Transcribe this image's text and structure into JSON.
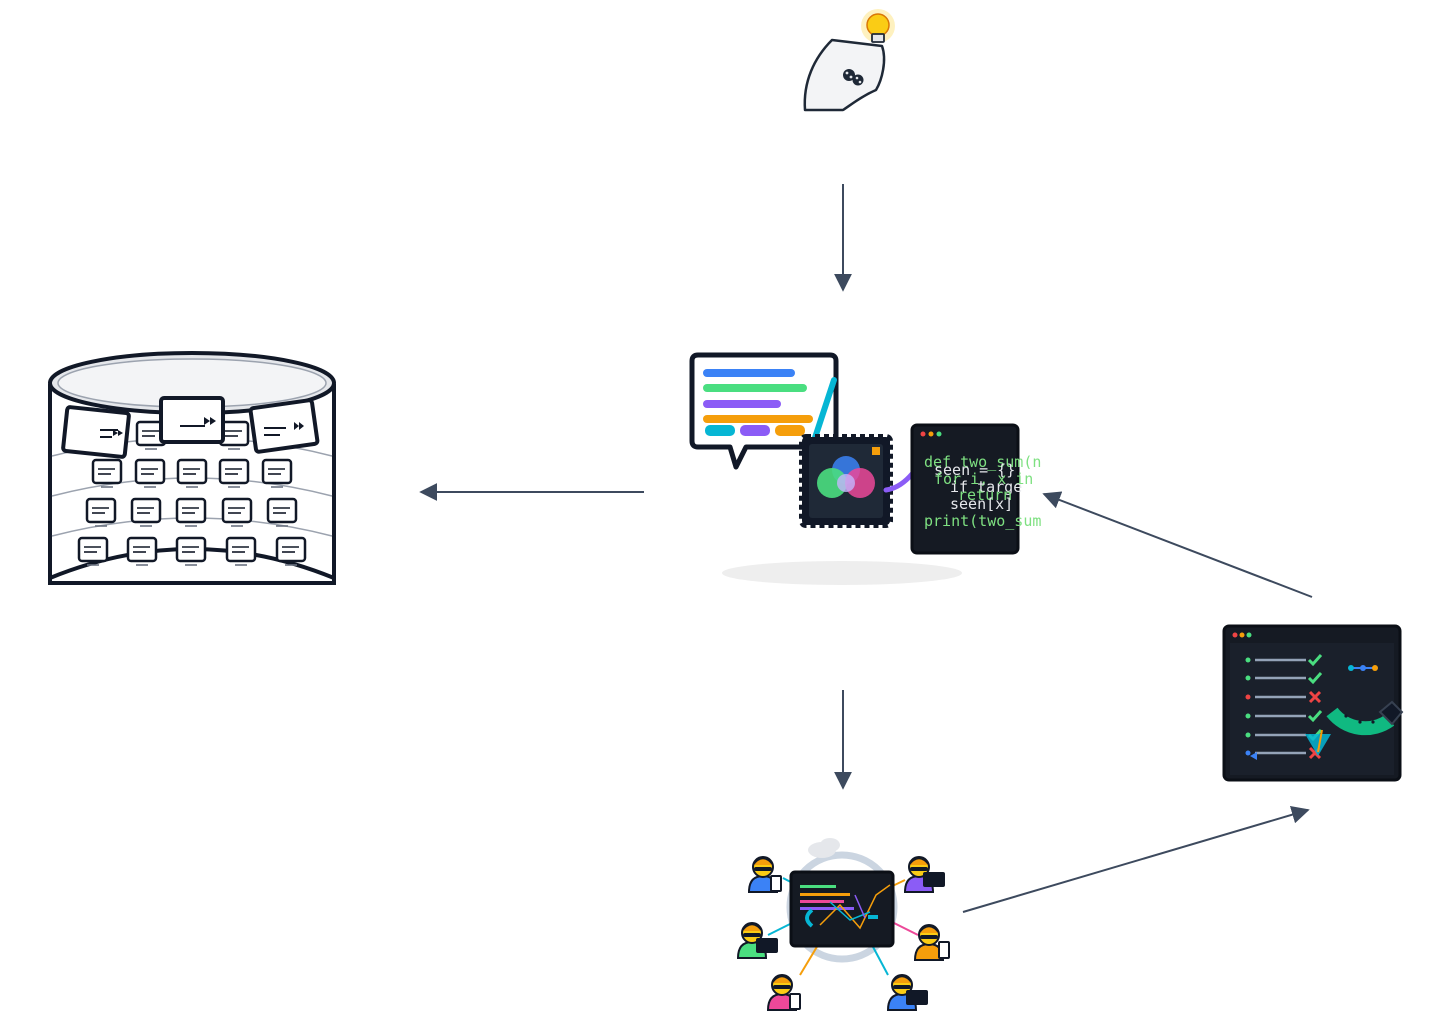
{
  "code": {
    "lines": [
      "def two_sum(nu",
      "  seen = {}",
      "  for i, x in",
      "    if targe",
      "      return",
      "    seen[x]",
      "print(two_sum("
    ]
  },
  "colors": {
    "arrow": "#3d4a5e",
    "outline": "#1f2937",
    "screen": "#151a23",
    "codeGreen": "#7ee081",
    "blue": "#3b82f6",
    "green": "#4ade80",
    "purple": "#8b5cf6",
    "orange": "#f59e0b",
    "cyan": "#06b6d4",
    "pink": "#ec4899",
    "red": "#ef4444",
    "yellow": "#facc15"
  },
  "icons": {
    "idea": "lightbulb-robot-icon",
    "model": "chat-chip-code-icon",
    "store": "document-archive-icon",
    "tests": "test-results-icon",
    "team": "collaboration-icon"
  }
}
